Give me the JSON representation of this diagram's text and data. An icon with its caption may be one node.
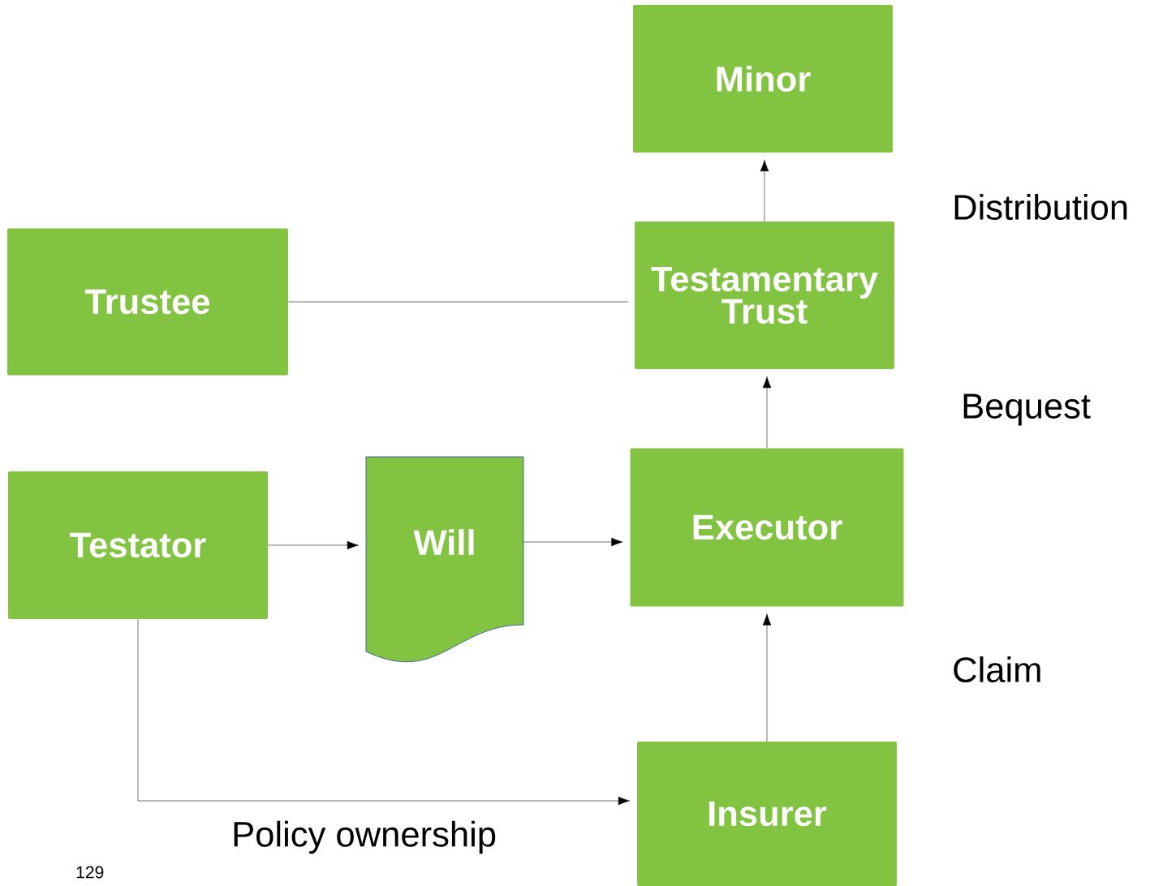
{
  "diagram": {
    "nodes": [
      {
        "text": [
          "Minor"
        ]
      },
      {
        "text": [
          "Trustee"
        ]
      },
      {
        "text": [
          "Testamentary Trust"
        ]
      },
      {
        "text": [
          "Testator"
        ]
      },
      {
        "text": [
          "Will"
        ]
      },
      {
        "text": [
          "Executor"
        ]
      },
      {
        "text": [
          "Insurer"
        ]
      }
    ],
    "edges": [
      {
        "from": 2,
        "to": 0,
        "arrow": "to"
      },
      {
        "from": 1,
        "to": 2,
        "arrow": "none"
      },
      {
        "from": 5,
        "to": 2,
        "arrow": "to"
      },
      {
        "from": 3,
        "to": 4,
        "arrow": "to"
      },
      {
        "from": 4,
        "to": 5,
        "arrow": "to"
      },
      {
        "from": 6,
        "to": 5,
        "arrow": "to"
      },
      {
        "from": 3,
        "to": 6,
        "arrow": "to"
      }
    ],
    "labels": [
      "Distribution",
      "Bequest",
      "Claim",
      "Policy ownership",
      "129"
    ]
  }
}
